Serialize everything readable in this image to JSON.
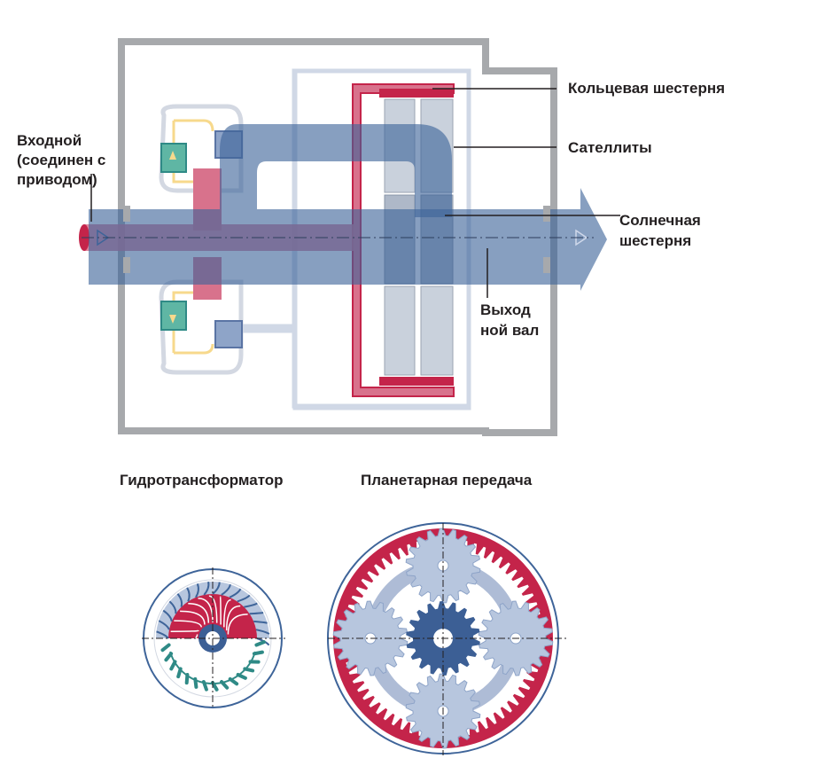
{
  "labels": {
    "input_line1": "Входной",
    "input_line2": "(соединен с",
    "input_line3": "приводом)",
    "ring_gear": "Кольцевая шестерня",
    "planets": "Сателлиты",
    "sun_line1": "Солнечная",
    "sun_line2": "шестерня",
    "output_line1": "Выход",
    "output_line2": "ной вал"
  },
  "captions": {
    "torque_converter": "Гидротрансформатор",
    "planetary_gear": "Планетарная передача"
  },
  "colors": {
    "housing": "#a7a9ac",
    "ring": "#c4244a",
    "sun_gear": "#3c5f95",
    "planet_gear": "#b7c6de",
    "flow_blue": "#3e6499",
    "turbine_teal": "#2f8a86",
    "fluid_yellow": "#f7d98c"
  }
}
